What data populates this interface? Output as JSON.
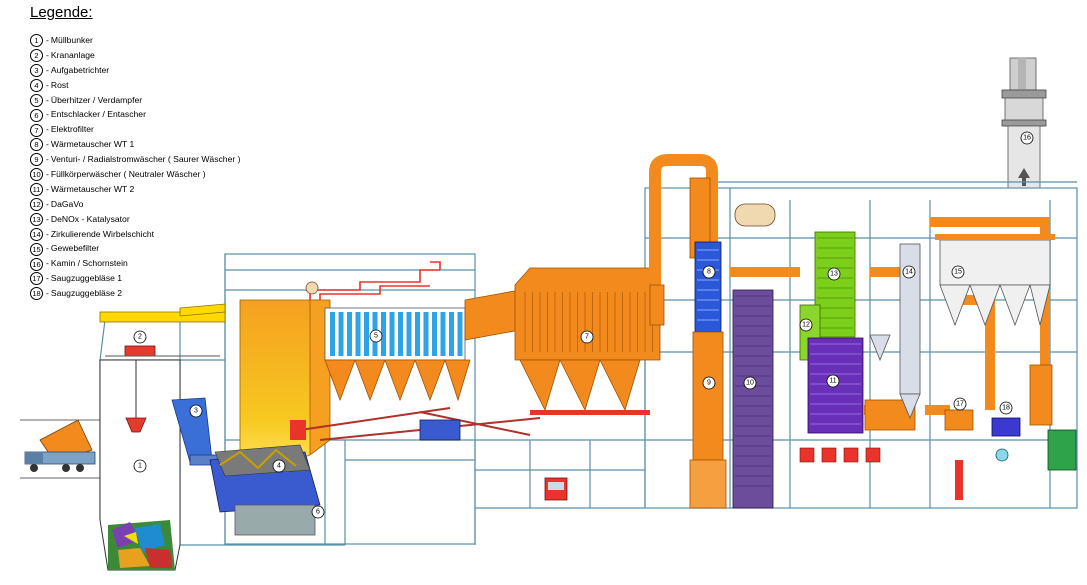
{
  "legend": {
    "title": "Legende:",
    "items": [
      {
        "num": "1",
        "label": "Müllbunker"
      },
      {
        "num": "2",
        "label": "Krananlage"
      },
      {
        "num": "3",
        "label": "Aufgabetrichter"
      },
      {
        "num": "4",
        "label": "Rost"
      },
      {
        "num": "5",
        "label": "Überhitzer / Verdampfer"
      },
      {
        "num": "6",
        "label": "Entschlacker / Entascher"
      },
      {
        "num": "7",
        "label": "Elektrofilter"
      },
      {
        "num": "8",
        "label": "Wärmetauscher WT 1"
      },
      {
        "num": "9",
        "label": "Venturi- / Radialstromwäscher ( Saurer Wäscher )"
      },
      {
        "num": "10",
        "label": "Füllkörperwäscher ( Neutraler Wäscher )"
      },
      {
        "num": "11",
        "label": "Wärmetauscher WT 2"
      },
      {
        "num": "12",
        "label": "DaGaVo"
      },
      {
        "num": "13",
        "label": "DeNOx - Katalysator"
      },
      {
        "num": "14",
        "label": "Zirkulierende Wirbelschicht"
      },
      {
        "num": "15",
        "label": "Gewebefilter"
      },
      {
        "num": "16",
        "label": "Kamin / Schornstein"
      },
      {
        "num": "17",
        "label": "Saugzuggebläse 1"
      },
      {
        "num": "18",
        "label": "Saugzuggebläse 2"
      }
    ]
  },
  "markers": [
    "1",
    "2",
    "3",
    "4",
    "5",
    "6",
    "7",
    "8",
    "9",
    "10",
    "11",
    "12",
    "13",
    "14",
    "15",
    "16",
    "17",
    "18"
  ],
  "colors": {
    "structure": "#5b8fa8",
    "flue_duct": "#f28a1e",
    "boiler": "#f7b51e",
    "superheater": "#2ea3e6",
    "heat_exchanger_1": "#1e3fcf",
    "packed_scrubber": "#6b4d9c",
    "heat_exchanger_2": "#6a2fb8",
    "denox": "#7ccf1a",
    "steam": "#e8342a",
    "chimney": "#9a9a9a"
  }
}
